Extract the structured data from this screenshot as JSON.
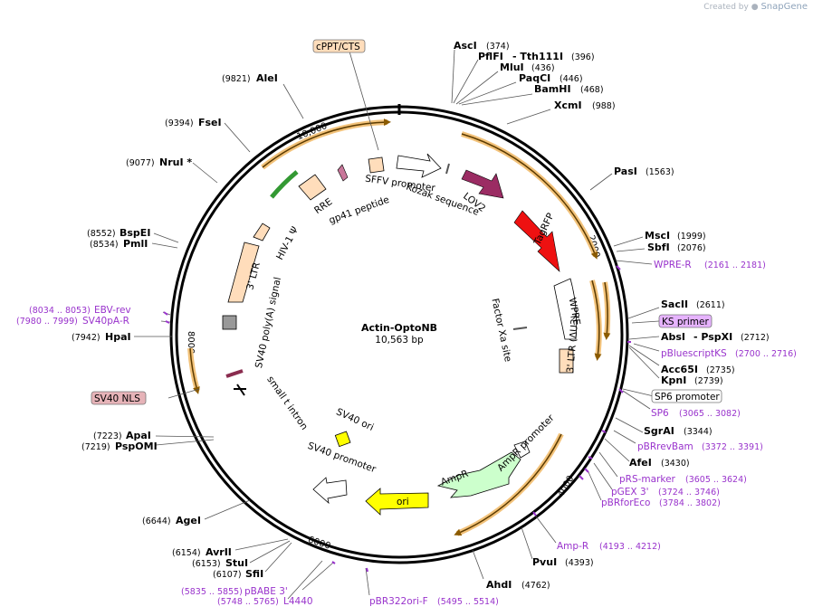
{
  "watermark": {
    "prefix": "Created by",
    "brand": "SnapGene"
  },
  "plasmid": {
    "name": "Actin-OptoNB",
    "length": "10,563 bp"
  },
  "ticks": [
    "10,000",
    "2000",
    "4000",
    "6000",
    "8000"
  ],
  "sites_right": [
    {
      "name": "AscI",
      "pos": "(374)"
    },
    {
      "name": "PflFI",
      "extra": "- Tth111I",
      "pos": "(396)"
    },
    {
      "name": "MluI",
      "pos": "(436)"
    },
    {
      "name": "PaqCI",
      "pos": "(446)"
    },
    {
      "name": "BamHI",
      "pos": "(468)"
    },
    {
      "name": "XcmI",
      "pos": "(988)"
    },
    {
      "name": "PasI",
      "pos": "(1563)"
    },
    {
      "name": "MscI",
      "pos": "(1999)"
    },
    {
      "name": "SbfI",
      "pos": "(2076)"
    },
    {
      "name": "SacII",
      "pos": "(2611)"
    },
    {
      "name": "AbsI",
      "extra": "- PspXI",
      "pos": "(2712)"
    },
    {
      "name": "Acc65I",
      "pos": "(2735)"
    },
    {
      "name": "KpnI",
      "pos": "(2739)"
    },
    {
      "name": "SgrAI",
      "pos": "(3344)"
    },
    {
      "name": "AfeI",
      "pos": "(3430)"
    },
    {
      "name": "PvuI",
      "pos": "(4393)"
    },
    {
      "name": "AhdI",
      "pos": "(4762)"
    }
  ],
  "sites_left": [
    {
      "name": "AleI",
      "pos": "(9821)"
    },
    {
      "name": "FseI",
      "pos": "(9394)"
    },
    {
      "name": "NruI *",
      "pos": "(9077)"
    },
    {
      "name": "BspEI",
      "pos": "(8552)"
    },
    {
      "name": "PmlI",
      "pos": "(8534)"
    },
    {
      "name": "HpaI",
      "pos": "(7942)"
    },
    {
      "name": "ApaI",
      "pos": "(7223)"
    },
    {
      "name": "PspOMI",
      "pos": "(7219)"
    },
    {
      "name": "AgeI",
      "pos": "(6644)"
    },
    {
      "name": "AvrII",
      "pos": "(6154)"
    },
    {
      "name": "StuI",
      "pos": "(6153)"
    },
    {
      "name": "SfiI",
      "pos": "(6107)"
    }
  ],
  "primers": [
    {
      "name": "WPRE-R",
      "pos": "(2161 .. 2181)"
    },
    {
      "name": "pBluescriptKS",
      "pos": "(2700 .. 2716)"
    },
    {
      "name": "SP6",
      "pos": "(3065 .. 3082)"
    },
    {
      "name": "pBRrevBam",
      "pos": "(3372 .. 3391)"
    },
    {
      "name": "pRS-marker",
      "pos": "(3605 .. 3624)"
    },
    {
      "name": "pGEX 3'",
      "pos": "(3724 .. 3746)"
    },
    {
      "name": "pBRforEco",
      "pos": "(3784 .. 3802)"
    },
    {
      "name": "Amp-R",
      "pos": "(4193 .. 4212)"
    },
    {
      "name": "pBR322ori-F",
      "pos": "(5495 .. 5514)"
    },
    {
      "name": "pBABE 3'",
      "pos": "(5835 .. 5855)"
    },
    {
      "name": "L4440",
      "pos": "(5748 .. 5765)"
    },
    {
      "name": "EBV-rev",
      "pos": "(8034 .. 8053)"
    },
    {
      "name": "SV40pA-R",
      "pos": "(7980 .. 7999)"
    }
  ],
  "boxed_labels": [
    "cPPT/CTS",
    "KS primer",
    "SP6 promoter",
    "SV40 NLS"
  ],
  "features": [
    "SFFV promoter",
    "Kozak sequence",
    "LOV2",
    "TagRFP",
    "WPRE",
    "3' LTR (ΔU3)",
    "Factor Xa site",
    "AmpR promoter",
    "AmpR",
    "ori",
    "SV40 promoter",
    "SV40 ori",
    "small t intron",
    "SV40 poly(A) signal",
    "3' LTR",
    "HIV-1 Ψ",
    "RRE",
    "gp41 peptide"
  ],
  "colors": {
    "backbone": "#000000",
    "orf_orange": "#e8a33d",
    "orf_core": "#5c3b00",
    "lov2": "#9b2c63",
    "tagrfp": "#ee1111",
    "ori": "#ffff00",
    "ampr": "#ccffcc",
    "ltr": "#ffddbb",
    "primer": "#9933cc",
    "ks_box": "#e6b3ff",
    "nls_box": "#e6b3b8",
    "cppt_box": "#ffddbb"
  }
}
